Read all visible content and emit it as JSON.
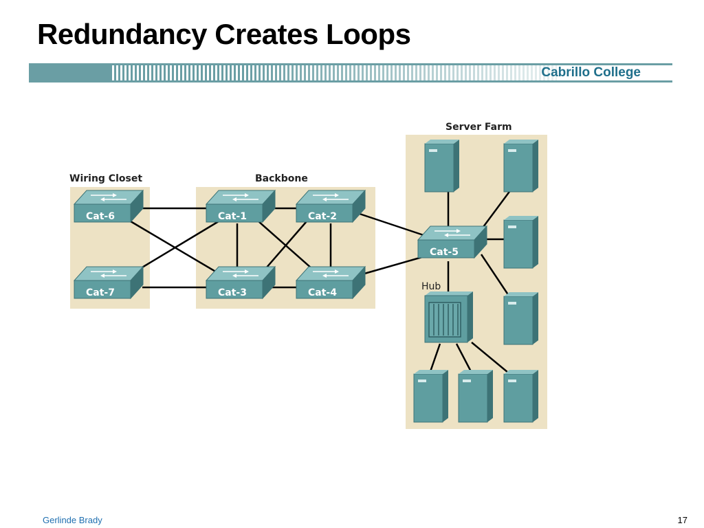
{
  "slide": {
    "title": "Redundancy Creates Loops",
    "college": "Cabrillo College",
    "author": "Gerlinde Brady",
    "page_number": "17"
  },
  "colors": {
    "device": "#5f9ea0",
    "device_dark": "#3d7376",
    "zone_fill": "#ede2c4",
    "banner": "#6a9ea4",
    "link": "#000000"
  },
  "zones": {
    "wiring_closet": "Wiring Closet",
    "backbone": "Backbone",
    "server_farm": "Server Farm"
  },
  "switches": {
    "cat6": "Cat-6",
    "cat7": "Cat-7",
    "cat1": "Cat-1",
    "cat2": "Cat-2",
    "cat3": "Cat-3",
    "cat4": "Cat-4",
    "cat5": "Cat-5"
  },
  "hub": {
    "label": "Hub"
  },
  "links": [
    [
      "Cat-6",
      "Cat-1"
    ],
    [
      "Cat-6",
      "Cat-3"
    ],
    [
      "Cat-7",
      "Cat-1"
    ],
    [
      "Cat-7",
      "Cat-3"
    ],
    [
      "Cat-1",
      "Cat-2"
    ],
    [
      "Cat-1",
      "Cat-3"
    ],
    [
      "Cat-1",
      "Cat-4"
    ],
    [
      "Cat-2",
      "Cat-3"
    ],
    [
      "Cat-2",
      "Cat-4"
    ],
    [
      "Cat-3",
      "Cat-4"
    ],
    [
      "Cat-2",
      "Cat-5"
    ],
    [
      "Cat-4",
      "Cat-5"
    ],
    [
      "Cat-5",
      "Server-1"
    ],
    [
      "Cat-5",
      "Server-2"
    ],
    [
      "Cat-5",
      "Server-3"
    ],
    [
      "Cat-5",
      "Server-4"
    ],
    [
      "Cat-5",
      "Hub"
    ],
    [
      "Hub",
      "Server-5"
    ],
    [
      "Hub",
      "Server-6"
    ],
    [
      "Hub",
      "Server-7"
    ]
  ]
}
